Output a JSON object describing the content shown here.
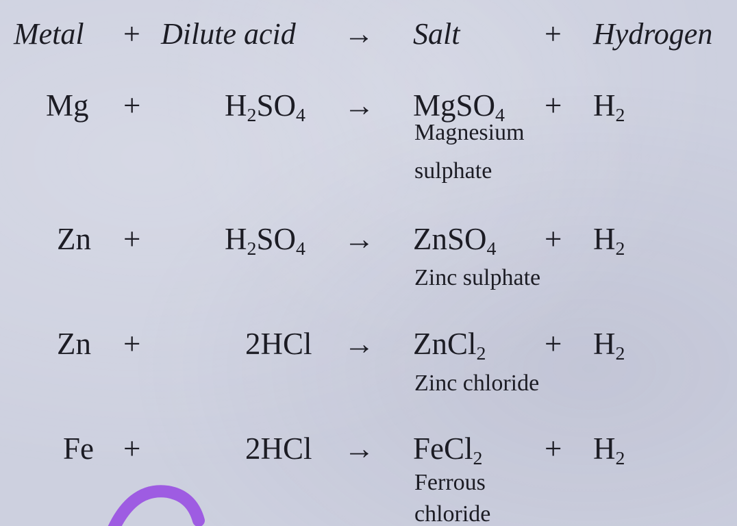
{
  "header": {
    "metal": "Metal",
    "plus1": "+",
    "acid": "Dilute acid",
    "arrow": "→",
    "salt": "Salt",
    "plus2": "+",
    "hydrogen": "Hydrogen"
  },
  "reactions": [
    {
      "metal": "Mg",
      "plus": "+",
      "acid_base": "H",
      "acid_sub1": "2",
      "acid_mid": "SO",
      "acid_sub2": "4",
      "arrow": "→",
      "salt_base": "MgSO",
      "salt_sub": "4",
      "plus2": "+",
      "h_base": "H",
      "h_sub": "2",
      "label_line1": "Magnesium",
      "label_line2": "sulphate"
    },
    {
      "metal": "Zn",
      "plus": "+",
      "acid_base": "H",
      "acid_sub1": "2",
      "acid_mid": "SO",
      "acid_sub2": "4",
      "arrow": "→",
      "salt_base": "ZnSO",
      "salt_sub": "4",
      "plus2": "+",
      "h_base": "H",
      "h_sub": "2",
      "label_line1": "Zinc sulphate"
    },
    {
      "metal": "Zn",
      "plus": "+",
      "acid": "2HCl",
      "arrow": "→",
      "salt_base": "ZnCl",
      "salt_sub": "2",
      "plus2": "+",
      "h_base": "H",
      "h_sub": "2",
      "label_line1": "Zinc chloride"
    },
    {
      "metal": "Fe",
      "plus": "+",
      "acid": "2HCl",
      "arrow": "→",
      "salt_base": "FeCl",
      "salt_sub": "2",
      "plus2": "+",
      "h_base": "H",
      "h_sub": "2",
      "label_line1": "Ferrous",
      "label_line2": "chloride"
    }
  ],
  "colors": {
    "background": "#cdd0df",
    "text": "#1c1c24",
    "watermark": "#8a2be2"
  }
}
